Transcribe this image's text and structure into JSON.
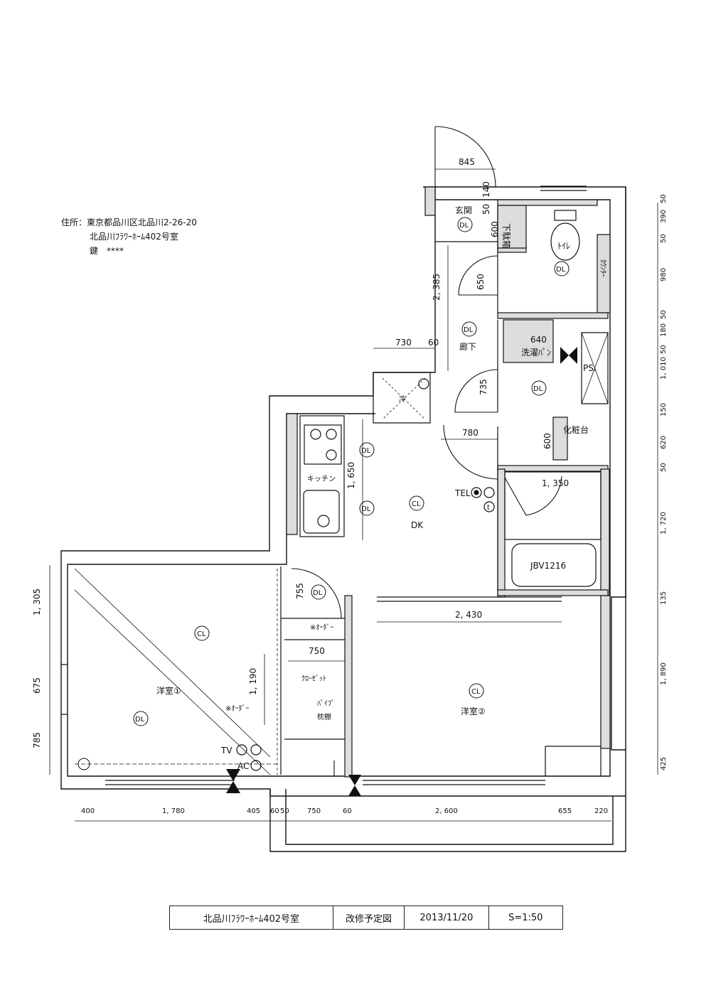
{
  "address": {
    "line1": "住所：東京都品川区北品川2-26-20",
    "line2": "北品川ﾌﾗﾜｰﾎｰﾑ402号室",
    "line3": "鍵　****"
  },
  "title_block": {
    "property": "北品川ﾌﾗﾜｰﾎｰﾑ402号室",
    "drawing_type": "改修予定図",
    "date": "2013/11/20",
    "scale": "S=1:50"
  },
  "rooms": {
    "entrance": "玄関",
    "shoe_box": "下駄箱",
    "toilet": "ﾄｲﾚ",
    "counter": "ｶｳﾝﾀｰ",
    "hallway": "廊下",
    "washer_pan": "洗濯ﾊﾟﾝ",
    "ps": "PS.",
    "vanity": "化粧台",
    "kitchen": "キッチン",
    "dk": "DK",
    "tel": "TEL",
    "bath_unit": "JBV1216",
    "western1": "洋室①",
    "western2": "洋室②",
    "closet": "ｸﾛｰｾﾞｯﾄ",
    "pipe_shelf": "ﾊﾟｲﾌﾟ",
    "pillow_shelf": "枕棚",
    "custom1": "※ｵｰﾀﾞｰ",
    "custom2": "※ｵｰﾀﾞｰ",
    "tv": "TV",
    "ac": "AC",
    "fridge": "冷"
  },
  "symbols": {
    "dl": "DL",
    "cl": "CL",
    "t": "t"
  },
  "dimensions": {
    "entry_width": "845",
    "entry_d1": "50",
    "entry_d2": "140",
    "shoe_depth": "600",
    "hall_len": "2, 385",
    "door650": "650",
    "top730": "730",
    "top60": "60",
    "washer640": "640",
    "door735": "735",
    "kitchen780": "780",
    "vanity600": "600",
    "kitchen1650": "1, 650",
    "bath1350": "1, 350",
    "closet755": "755",
    "room2_2430": "2, 430",
    "closet750": "750",
    "shelf1190": "1, 190",
    "left1305": "1, 305",
    "left675": "675",
    "left785": "785",
    "right": [
      "50",
      "390",
      "50",
      "980",
      "50",
      "180",
      "50",
      "1, 010",
      "150",
      "620",
      "50",
      "1, 720",
      "135",
      "1, 890",
      "425"
    ],
    "bottom": [
      "400",
      "1, 780",
      "405",
      "60",
      "50",
      "750",
      "60",
      "2, 600",
      "655",
      "220"
    ]
  }
}
